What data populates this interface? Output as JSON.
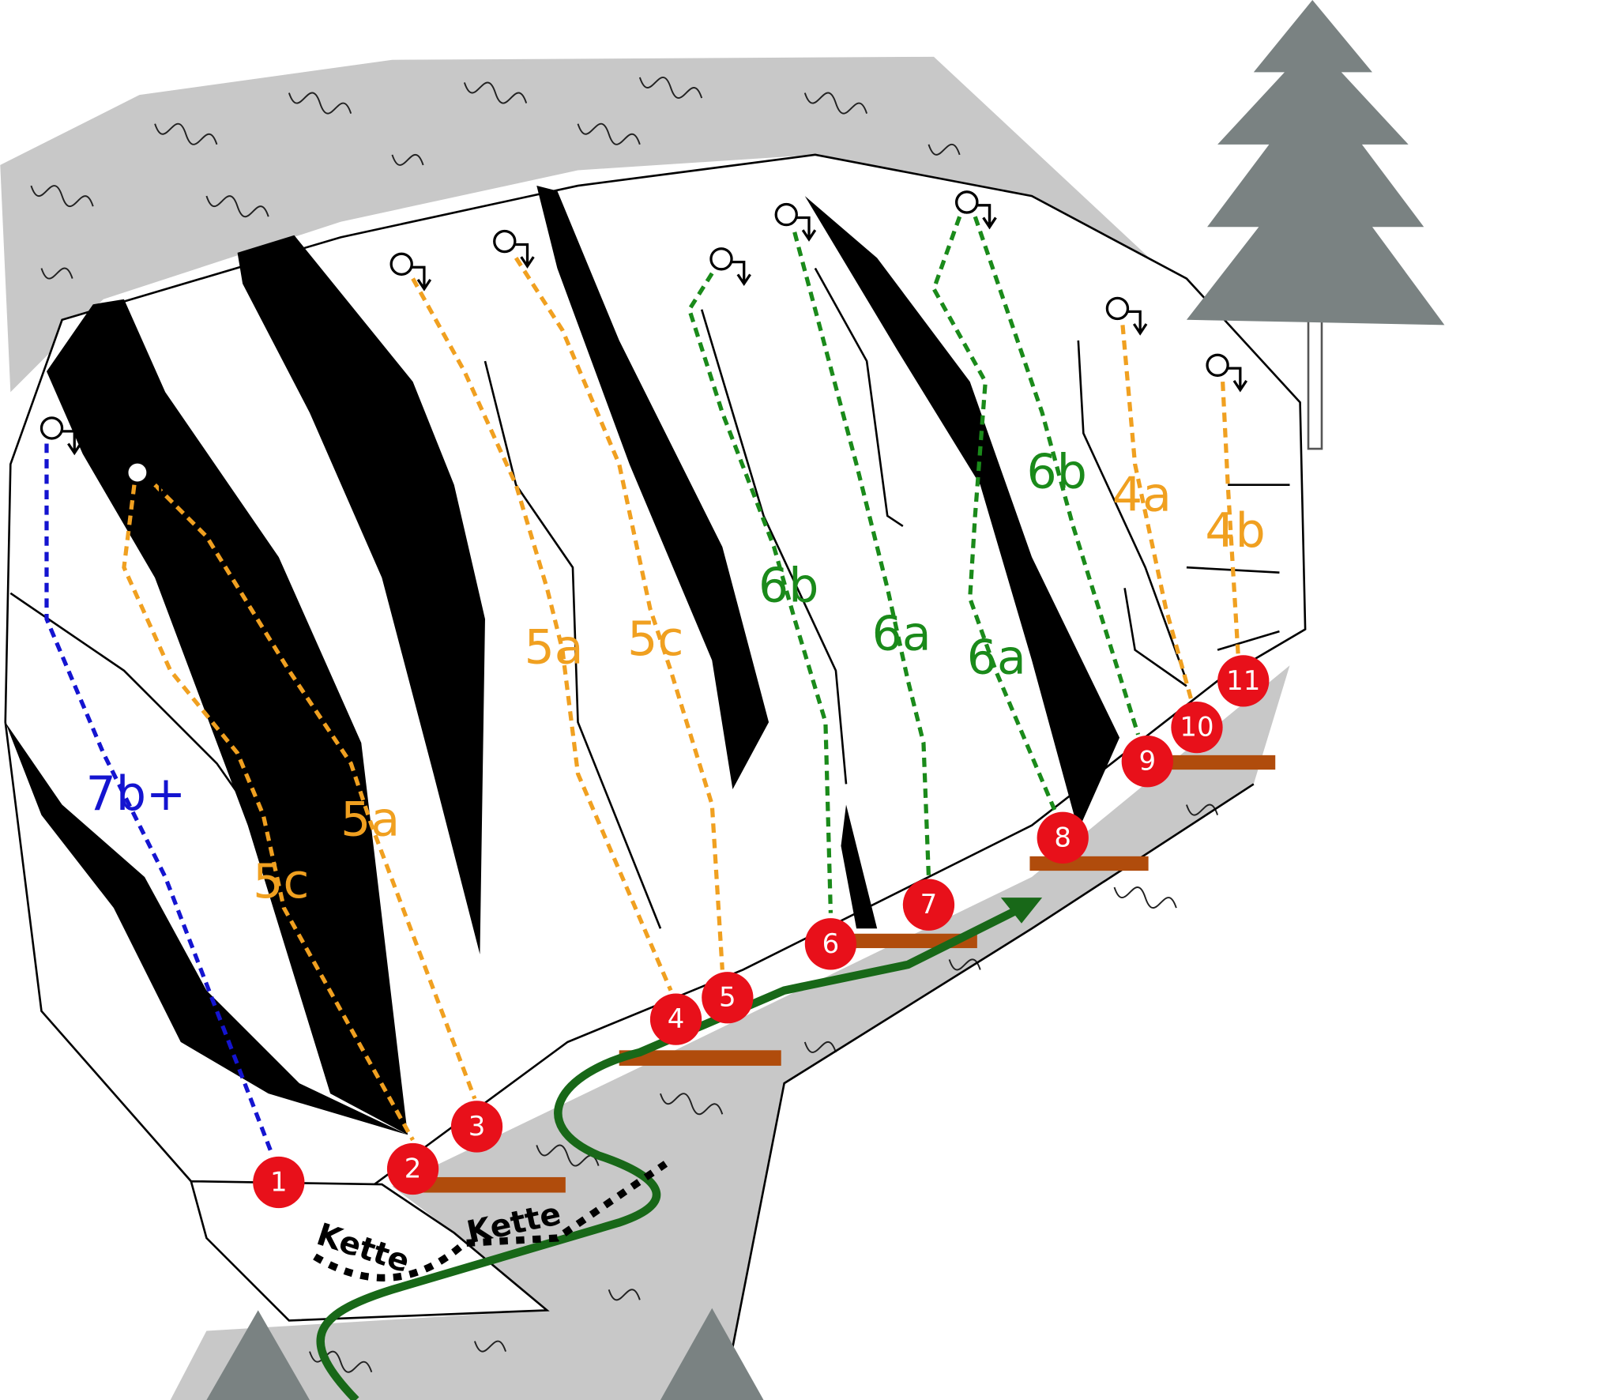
{
  "colors": {
    "orange": "#f0a020",
    "green": "#1a8a1a",
    "blue": "#1414d0",
    "marker": "#e8101a",
    "ledge": "#b04c0c",
    "approach": "#186818",
    "rock_gray": "#c8c8c8",
    "tree": "#7a8282"
  },
  "routes": [
    {
      "number": "1",
      "grade": "7b+",
      "color": "#1414d0"
    },
    {
      "number": "2",
      "grade": "5c",
      "color": "#f0a020"
    },
    {
      "number": "3",
      "grade": "5a",
      "color": "#f0a020"
    },
    {
      "number": "4",
      "grade": "5a",
      "color": "#f0a020"
    },
    {
      "number": "5",
      "grade": "5c",
      "color": "#f0a020"
    },
    {
      "number": "6",
      "grade": "6b",
      "color": "#1a8a1a"
    },
    {
      "number": "7",
      "grade": "6a",
      "color": "#1a8a1a"
    },
    {
      "number": "8",
      "grade": "6a",
      "color": "#1a8a1a"
    },
    {
      "number": "9",
      "grade": "6b",
      "color": "#1a8a1a"
    },
    {
      "number": "10",
      "grade": "4a",
      "color": "#f0a020"
    },
    {
      "number": "11",
      "grade": "4b",
      "color": "#f0a020"
    }
  ],
  "labels": {
    "chain_1": "Kette",
    "chain_2": "Kette"
  }
}
